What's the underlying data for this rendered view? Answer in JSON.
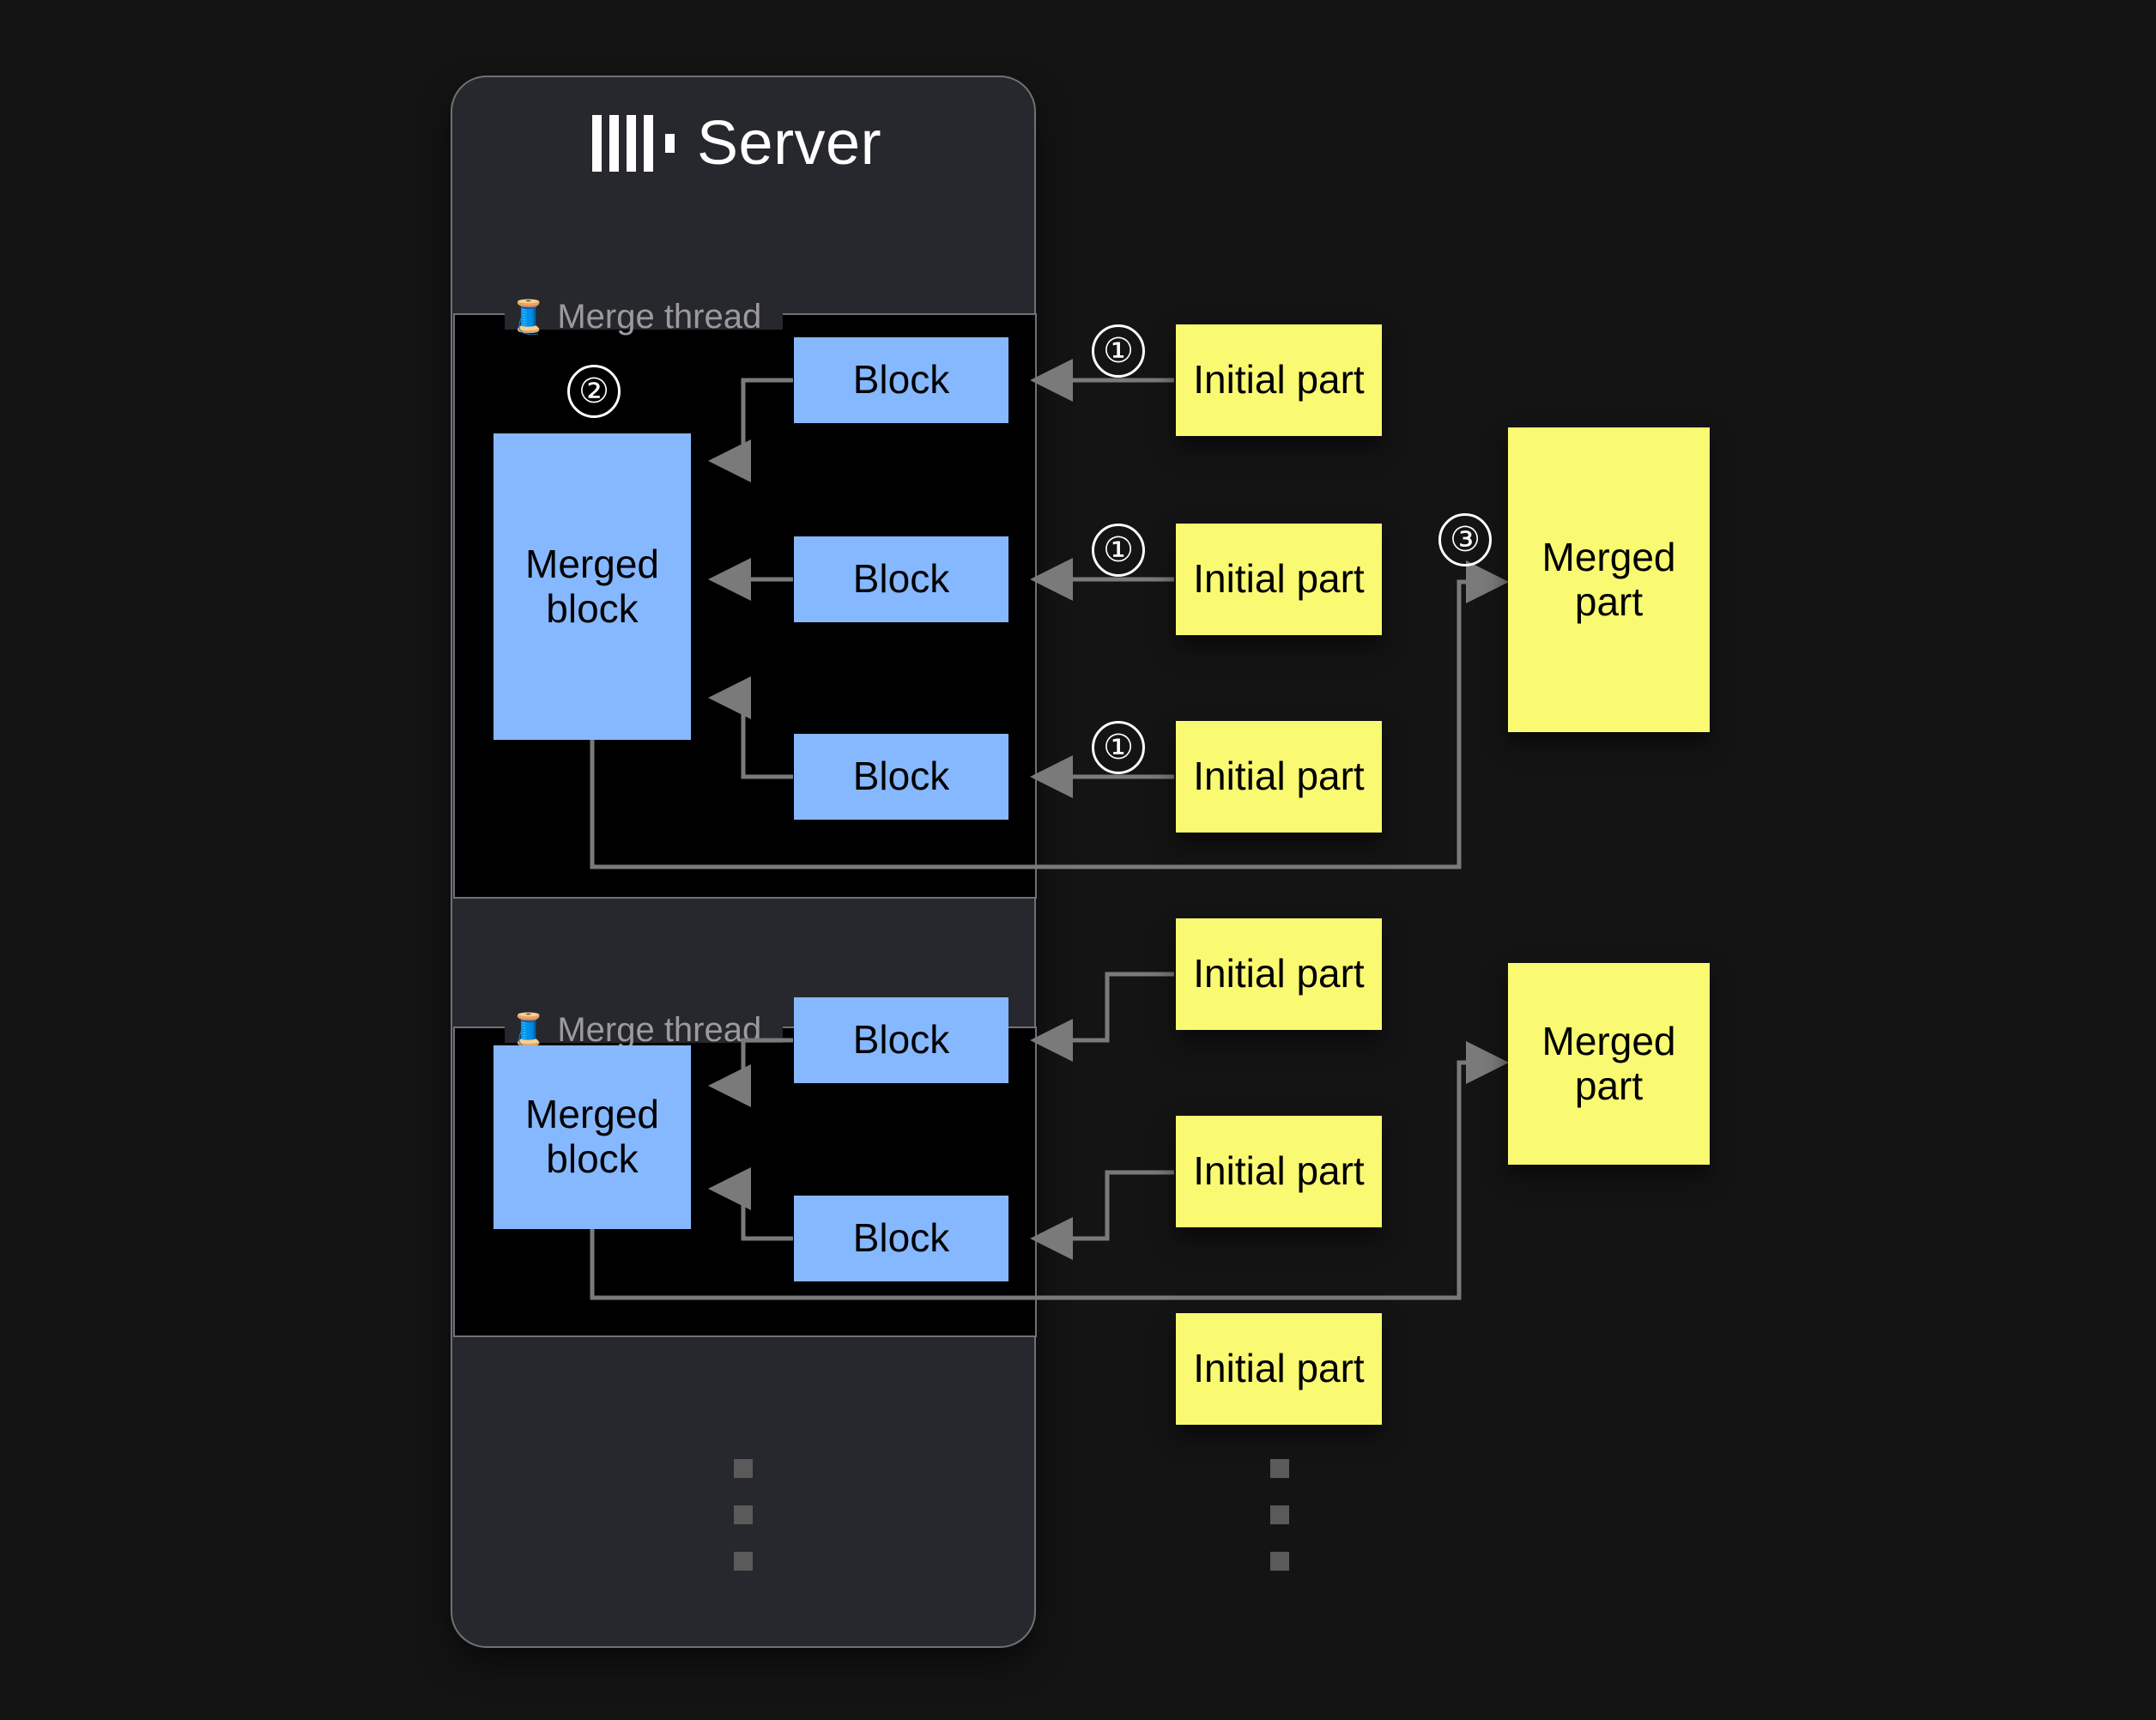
{
  "background": {
    "page_color": "#141414",
    "panel_color": "#26282D",
    "group_color": "#000000",
    "block_color": "#86B8FF",
    "part_color": "#FAFA72",
    "arrow_color": "#7A7A7A",
    "border_color": "#6E7176"
  },
  "server": {
    "title": "Server",
    "logo_icon": "clickhouse-logo-icon"
  },
  "groups": [
    {
      "label": "Merge thread",
      "label_icon": "thread-spool-icon",
      "merged_block_label": "Merged block",
      "blocks": [
        "Block",
        "Block",
        "Block"
      ]
    },
    {
      "label": "Merge thread",
      "label_icon": "thread-spool-icon",
      "merged_block_label": "Merged block",
      "blocks": [
        "Block",
        "Block"
      ]
    }
  ],
  "parts": {
    "initial_label": "Initial part",
    "merged_label": "Merged part",
    "group1_initial_parts": [
      "Initial part",
      "Initial part",
      "Initial part"
    ],
    "group2_initial_parts": [
      "Initial part",
      "Initial part",
      "Initial part"
    ],
    "merged_parts": [
      "Merged part",
      "Merged part"
    ]
  },
  "steps": {
    "one_a": "①",
    "one_b": "①",
    "one_c": "①",
    "two": "②",
    "three": "③"
  },
  "ellipsis": {
    "server_dots": "▪▪▪",
    "parts_dots": "▪▪▪"
  }
}
